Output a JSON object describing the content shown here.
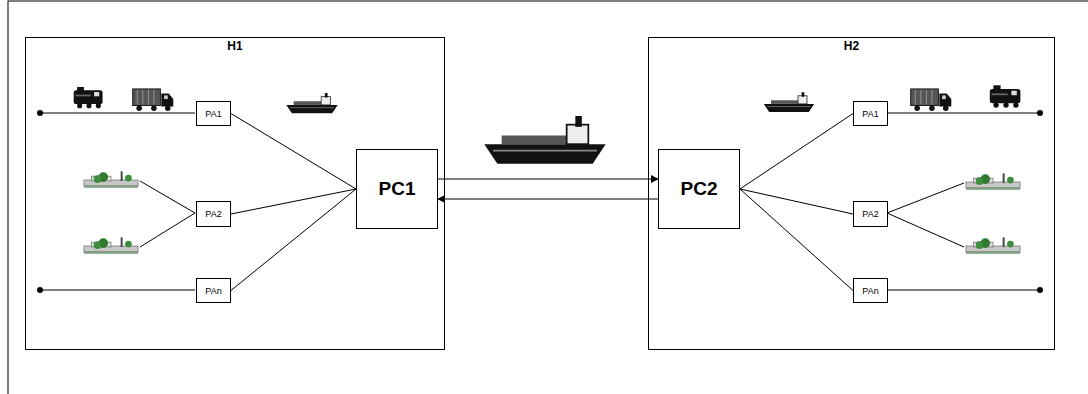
{
  "diagram": {
    "nodes": [
      {
        "text": [
          "H1"
        ]
      },
      {
        "text": [
          "PA1"
        ],
        "in": 0
      },
      {
        "text": [
          "PA2"
        ],
        "in": 0
      },
      {
        "text": [
          "PAn"
        ],
        "in": 0
      },
      {
        "text": [
          "PC1"
        ],
        "in": 0
      },
      {
        "text": [
          "H2"
        ]
      },
      {
        "text": [
          "PC2"
        ],
        "in": 5
      },
      {
        "text": [
          "PA1"
        ],
        "in": 5
      },
      {
        "text": [
          "PA2"
        ],
        "in": 5
      },
      {
        "text": [
          "PAn"
        ],
        "in": 5
      }
    ],
    "edges": [
      {
        "from": 1,
        "to": 4,
        "arrow": "none"
      },
      {
        "from": 2,
        "to": 4,
        "arrow": "none"
      },
      {
        "from": 3,
        "to": 4,
        "arrow": "none"
      },
      {
        "from": 4,
        "to": 6,
        "arrow": "to"
      },
      {
        "from": 6,
        "to": 4,
        "arrow": "to"
      },
      {
        "from": 6,
        "to": 7,
        "arrow": "none"
      },
      {
        "from": 6,
        "to": 8,
        "arrow": "none"
      },
      {
        "from": 6,
        "to": 9,
        "arrow": "none"
      }
    ]
  }
}
